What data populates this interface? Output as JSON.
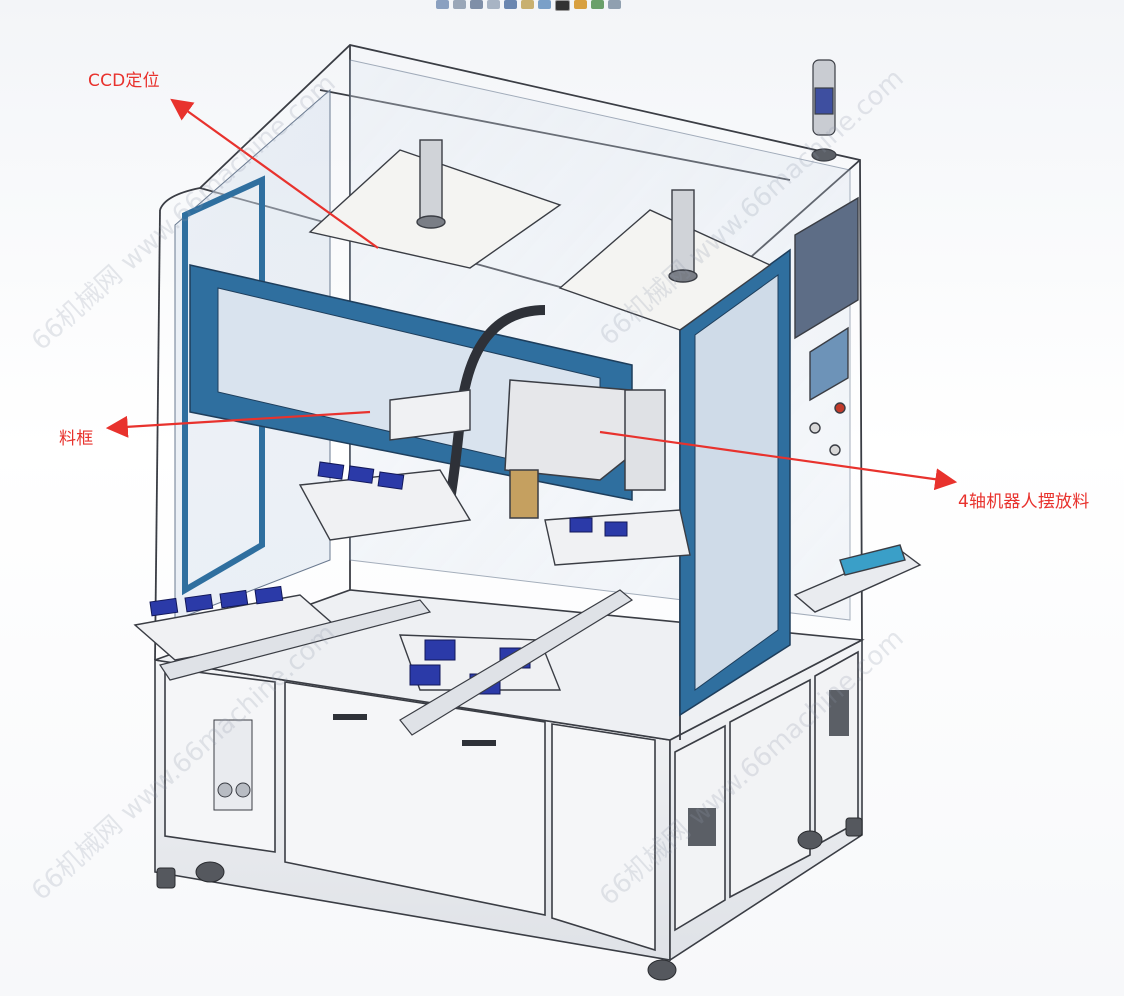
{
  "labels": {
    "ccd": "CCD定位",
    "bin": "料框",
    "robot": "4轴机器人摆放料"
  },
  "watermark": "66机械网 www.66machine.com",
  "colors": {
    "accent_red": "#e8322d",
    "frame_blue": "#2f6f9f",
    "tray_blue": "#2b3aa8",
    "steel": "#e9ebef",
    "outline": "#3a3d44"
  },
  "toolbar_icons": [
    "zoom-icon",
    "pan-icon",
    "rotate-icon",
    "section-icon",
    "view-icon",
    "display-icon",
    "hide-icon",
    "render-icon",
    "appearance-icon",
    "scene-icon",
    "monitor-icon"
  ]
}
